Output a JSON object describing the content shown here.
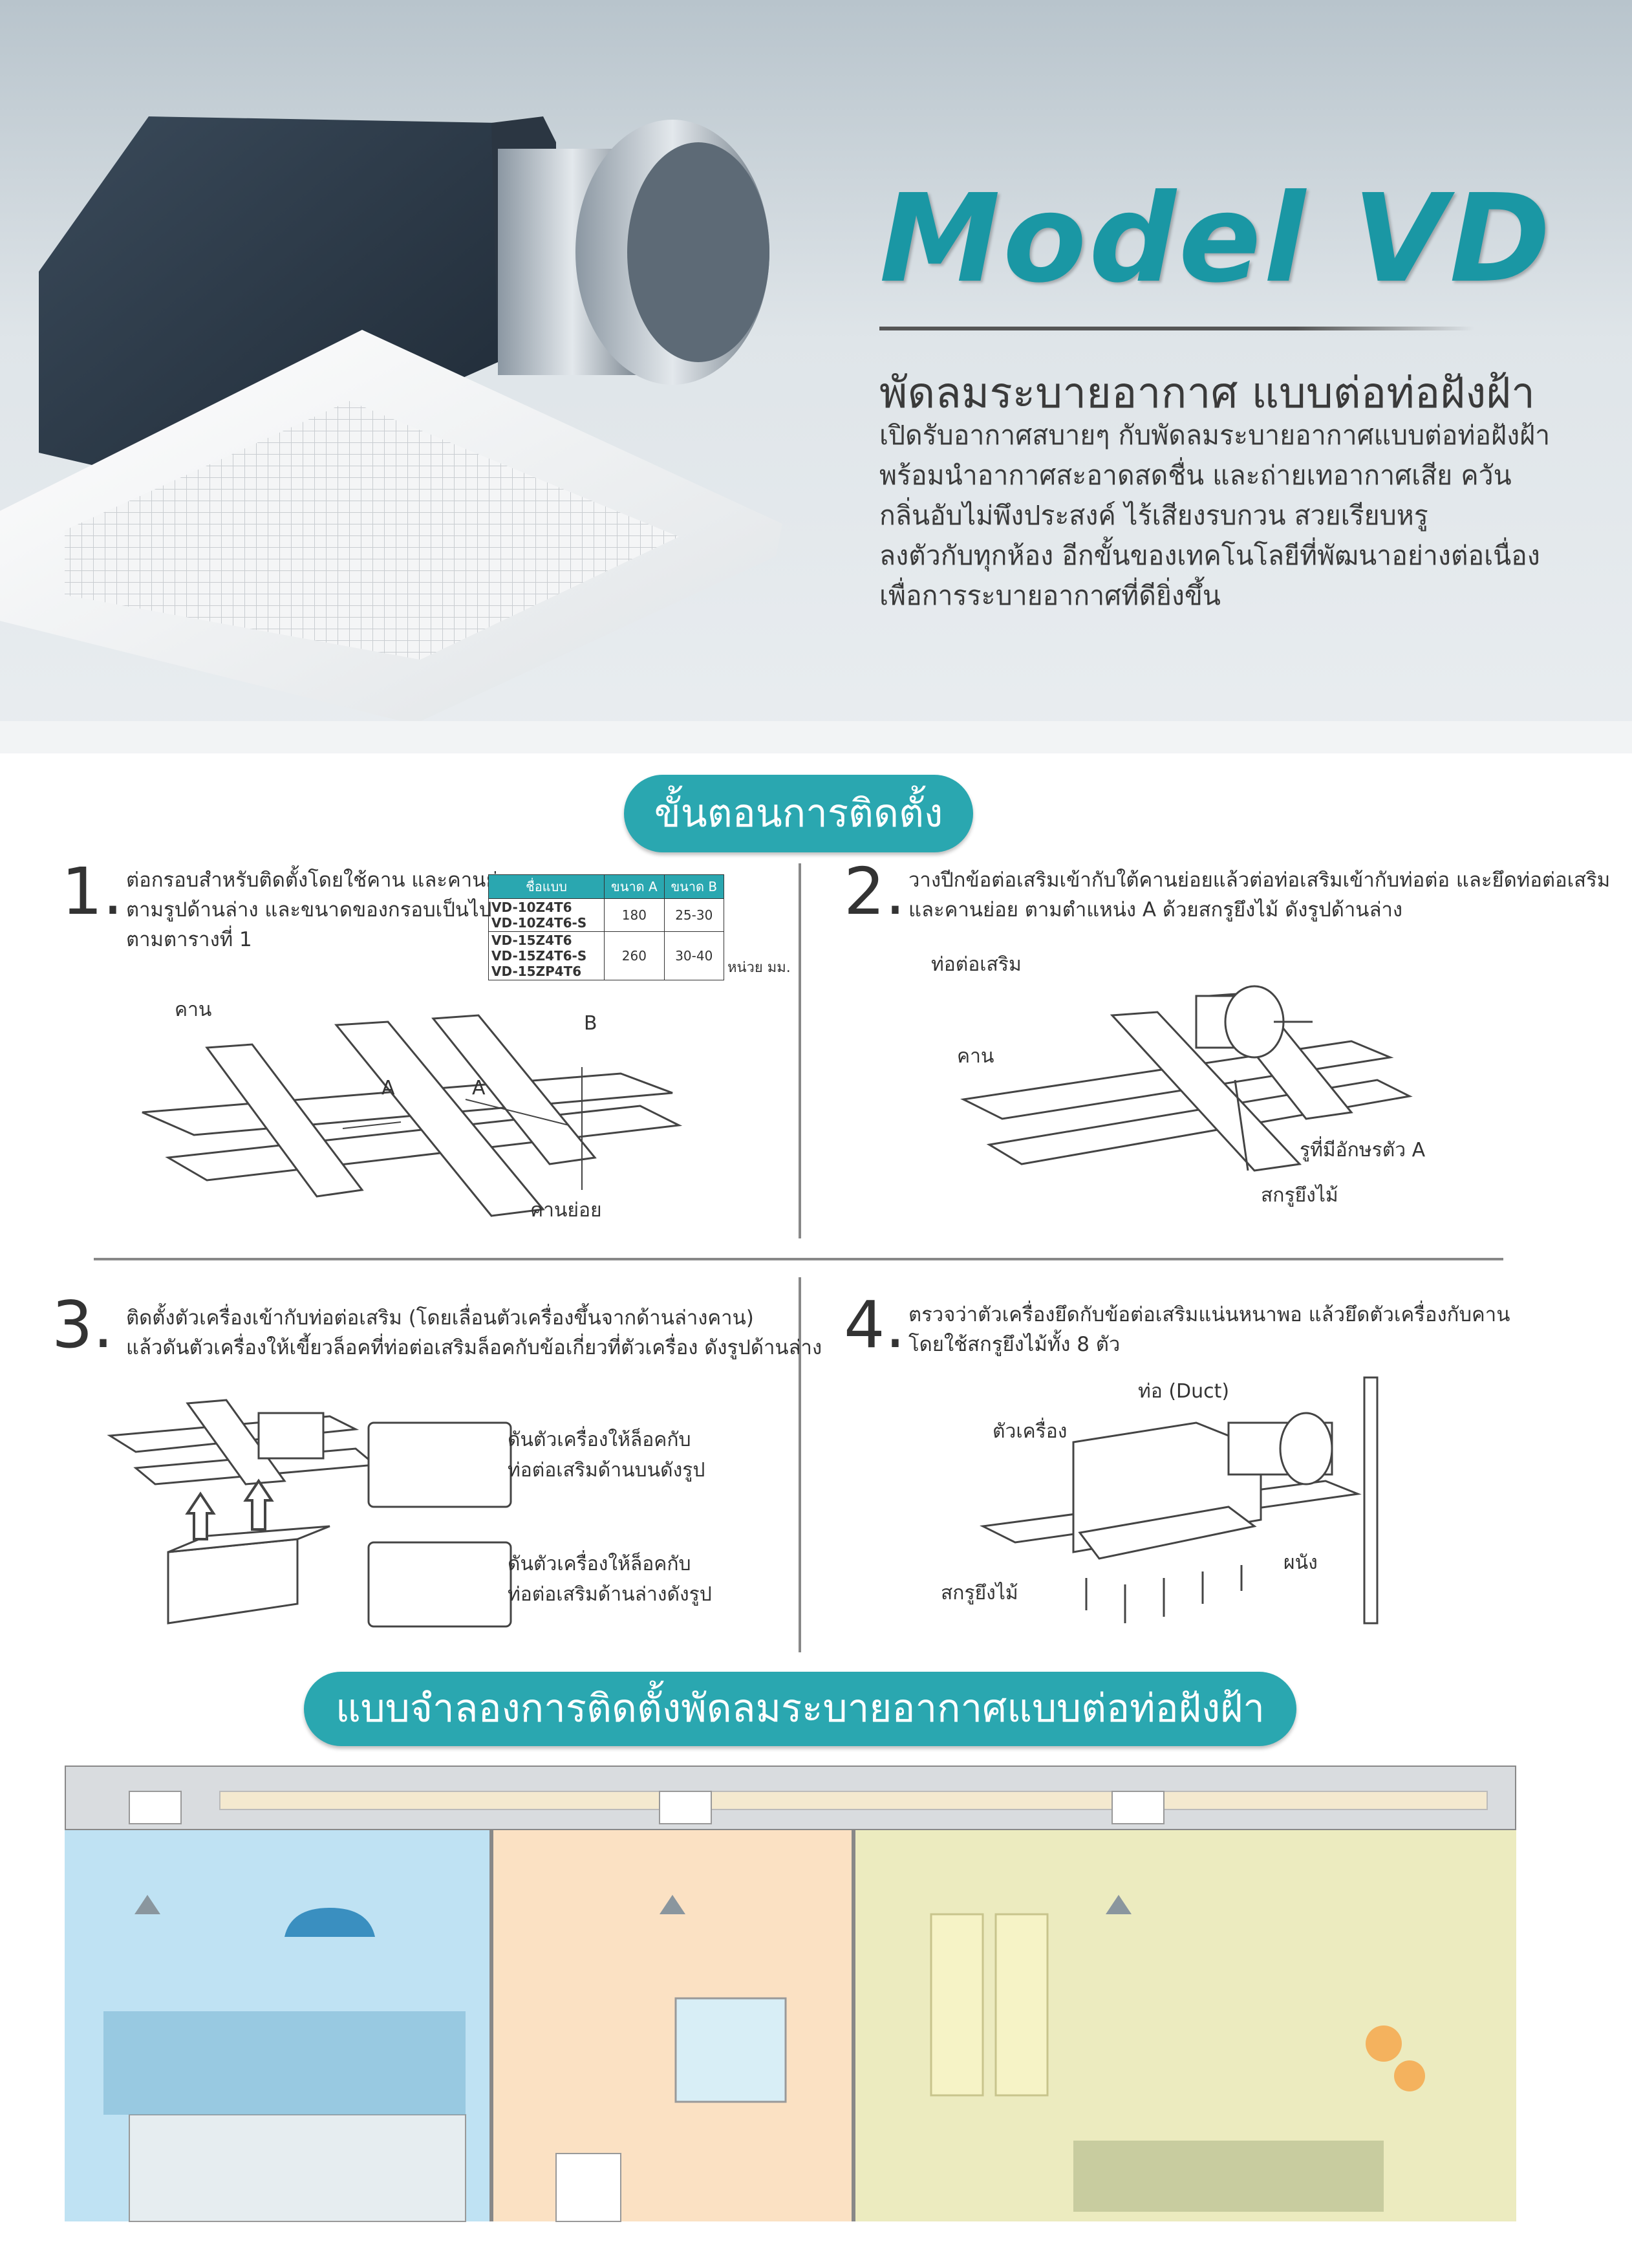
{
  "hero": {
    "title": "Model VD",
    "subtitle": "พัดลมระบายอากาศ แบบต่อท่อฝังฝ้า",
    "description": [
      "เปิดรับอากาศสบายๆ กับพัดลมระบายอากาศแบบต่อท่อฝังฝ้า",
      "พร้อมนำอากาศสะอาดสดชื่น และถ่ายเทอากาศเสีย ควัน",
      "กลิ่นอับไม่พึงประสงค์ ไร้เสียงรบกวน สวยเรียบหรู",
      "ลงตัวกับทุกห้อง อีกขั้นของเทคโนโลยีที่พัฒนาอย่างต่อเนื่อง",
      "เพื่อการระบายอากาศที่ดียิ่งขึ้น"
    ],
    "brand_color": "#2aa7b0"
  },
  "install": {
    "heading": "ขั้นตอนการติดตั้ง",
    "steps": [
      {
        "number": "1.",
        "lines": [
          "ต่อกรอบสำหรับติดตั้งโดยใช้คาน และคานย่อย",
          "ตามรูปด้านล่าง และขนาดของกรอบเป็นไป",
          "ตามตารางที่ 1"
        ],
        "labels": {
          "beam": "คาน",
          "sub_beam": "คานย่อย",
          "a1": "A",
          "a2": "A",
          "b": "B"
        }
      },
      {
        "number": "2.",
        "lines": [
          "วางปีกข้อต่อเสริมเข้ากับใต้คานย่อยแล้วต่อท่อเสริมเข้ากับท่อต่อ และยึดท่อต่อเสริม",
          "และคานย่อย ตามตำแหน่ง A ด้วยสกรูยึงไม้ ดังรูปด้านล่าง"
        ],
        "labels": {
          "duct_adapter": "ท่อต่อเสริม",
          "beam": "คาน",
          "hole": "รูที่มีอักษรตัว  A",
          "screw": "สกรูยึงไม้"
        }
      },
      {
        "number": "3.",
        "lines": [
          "ติดตั้งตัวเครื่องเข้ากับท่อต่อเสริม (โดยเลื่อนตัวเครื่องขึ้นจากด้านล่างคาน)",
          "แล้วดันตัวเครื่องให้เขี้ยวล็อคที่ท่อต่อเสริมล็อคกับข้อเกี่ยวที่ตัวเครื่อง ดังรูปด้านล่าง"
        ],
        "labels": {
          "top": [
            "ดันตัวเครื่องให้ล็อคกับ",
            "ท่อต่อเสริมด้านบนดังรูป"
          ],
          "bottom": [
            "ดันตัวเครื่องให้ล็อคกับ",
            "ท่อต่อเสริมด้านล่างดังรูป"
          ]
        }
      },
      {
        "number": "4.",
        "lines": [
          "ตรวจว่าตัวเครื่องยึดกับข้อต่อเสริมแน่นหนาพอ แล้วยึดตัวเครื่องกับคาน",
          "โดยใช้สกรูยึงไม้ทั้ง 8 ตัว"
        ],
        "labels": {
          "duct": "ท่อ  (Duct)",
          "body": "ตัวเครื่อง",
          "wall": "ผนัง",
          "screw": "สกรูยึงไม้"
        }
      }
    ],
    "table": {
      "headers": [
        "ชื่อแบบ",
        "ขนาด A",
        "ขนาด B"
      ],
      "rows": [
        {
          "models": [
            "VD-10Z4T6",
            "VD-10Z4T6-S"
          ],
          "a": "180",
          "b": "25-30"
        },
        {
          "models": [
            "VD-15Z4T6",
            "VD-15Z4T6-S",
            "VD-15ZP4T6"
          ],
          "a": "260",
          "b": "30-40"
        }
      ],
      "unit": "หน่วย มม."
    }
  },
  "simulation": {
    "heading": "แบบจำลองการติดตั้งพัดลมระบายอากาศแบบต่อท่อฝังฝ้า"
  }
}
